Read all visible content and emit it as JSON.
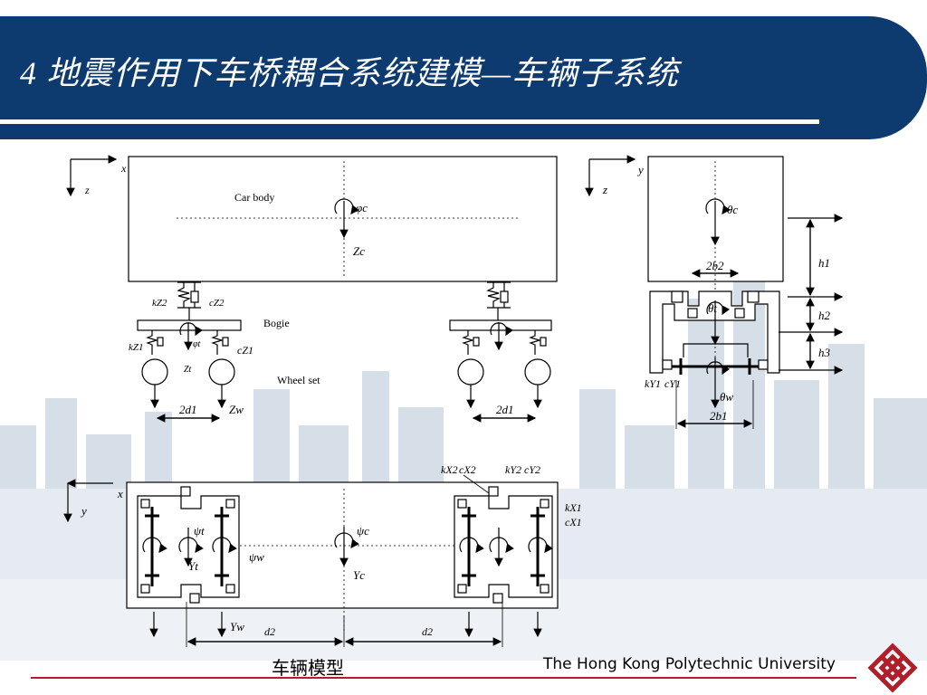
{
  "title": "4 地震作用下车桥耦合系统建模—车辆子系统",
  "caption": "车辆模型",
  "university": "The Hong Kong Polytechnic University",
  "colors": {
    "banner": "#0d3b70",
    "accent_red": "#b01e2a",
    "logo_red": "#b01e2a"
  },
  "icons": {
    "logo": "polyu-logo-icon"
  },
  "side_view": {
    "axis_x": "x",
    "axis_z": "z",
    "car_body": "Car  body",
    "bogie": "Bogie",
    "wheel_set": "Wheel set",
    "phi_c": "φc",
    "z_c": "Zc",
    "k_z2": "kZ2",
    "c_z2": "cZ2",
    "k_z1": "kZ1",
    "c_z1": "cZ1",
    "phi_t": "φt",
    "z_t": "Zt",
    "z_w": "Zw",
    "dim_left": "2d1",
    "dim_right": "2d1"
  },
  "end_view": {
    "axis_y": "y",
    "axis_z": "z",
    "theta_c": "θc",
    "theta_t": "θt",
    "theta_w": "θw",
    "dim_2b2": "2b2",
    "dim_2b1": "2b1",
    "h1": "h1",
    "h2": "h2",
    "h3": "h3",
    "k_y1": "kY1",
    "c_y1": "cY1"
  },
  "top_view": {
    "axis_x": "x",
    "axis_y": "y",
    "k_x2": "kX2",
    "c_x2": "cX2",
    "k_y2": "kY2",
    "c_y2": "cY2",
    "k_x1": "kX1",
    "c_x1": "cX1",
    "psi_t": "ψt",
    "y_t": "Yt",
    "psi_w": "ψw",
    "psi_c": "ψc",
    "y_c": "Yc",
    "y_w": "Yw",
    "dim_d2_left": "d2",
    "dim_d2_right": "d2"
  }
}
